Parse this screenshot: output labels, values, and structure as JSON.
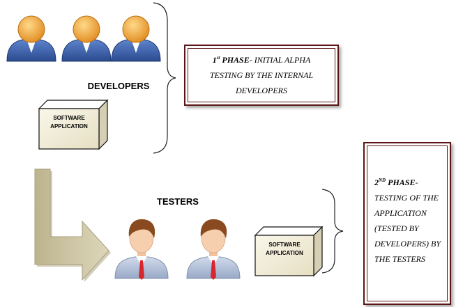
{
  "developers": {
    "label": "DEVELOPERS",
    "count": 3,
    "icon": "developer-person-icon",
    "colors": {
      "head": "#f0a43c",
      "body": "#3a5ea8"
    }
  },
  "testers": {
    "label": "TESTERS",
    "count": 2,
    "icon": "tester-person-icon",
    "colors": {
      "skin": "#f6cfae",
      "hair": "#8a4a20",
      "suit": "#b4c3dc",
      "tie": "#d8262e"
    }
  },
  "software_box_top": {
    "line1": "SOFTWARE",
    "line2": "APPLICATION"
  },
  "software_box_bottom": {
    "line1": "SOFTWARE",
    "line2": "APPLICATION"
  },
  "phase1": {
    "number": "1",
    "superscript": "st",
    "title_rest": " PHASE",
    "line1_rest": "- INITIAL ALPHA",
    "line2": "TESTING BY THE INTERNAL",
    "line3": "DEVELOPERS"
  },
  "phase2": {
    "number": "2",
    "superscript": "ND",
    "title_rest": " PHASE",
    "line1_rest": "-",
    "line2": "TESTING OF THE",
    "line3": "APPLICATION",
    "line4": "(TESTED BY",
    "line5": "DEVELOPERS) BY",
    "line6": "THE TESTERS"
  },
  "arrow": {
    "icon": "down-right-arrow-icon",
    "color": "#cfc7a6"
  },
  "colors": {
    "phase_border": "#5c1515",
    "box_face": "#f3eed9"
  }
}
